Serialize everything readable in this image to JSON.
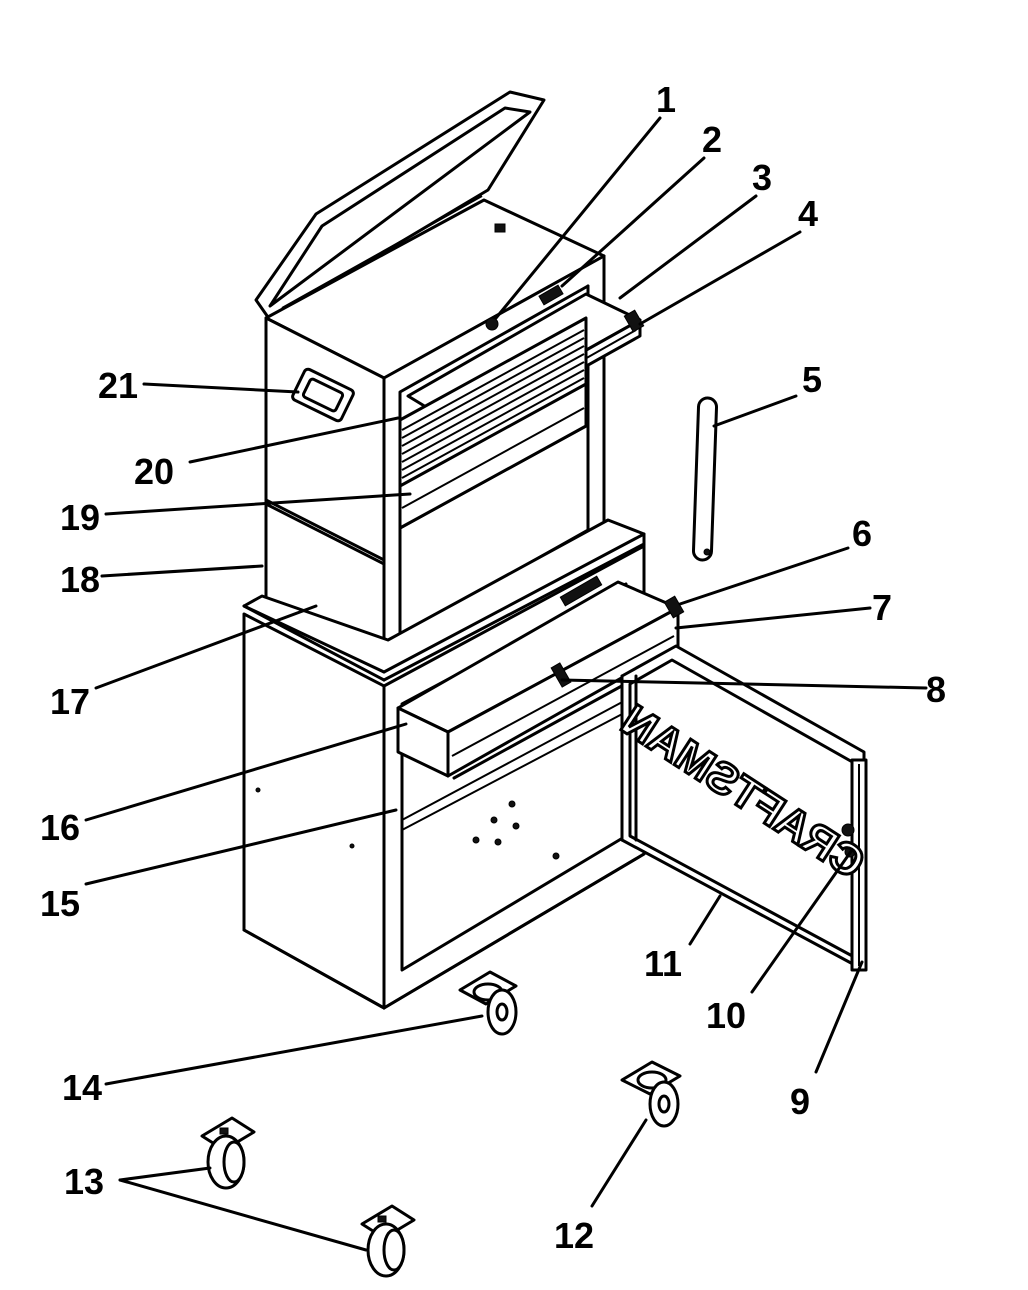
{
  "brand_text": "CRAFTSMAN",
  "callouts": [
    "1",
    "2",
    "3",
    "4",
    "5",
    "6",
    "7",
    "8",
    "9",
    "10",
    "11",
    "12",
    "13",
    "14",
    "15",
    "16",
    "17",
    "18",
    "19",
    "20",
    "21"
  ]
}
